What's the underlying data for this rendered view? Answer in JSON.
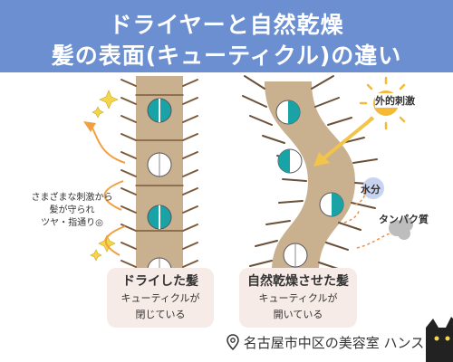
{
  "header": {
    "title_line1": "ドライヤーと自然乾燥",
    "title_line2": "髪の表面(キューティクル)の違い"
  },
  "left_panel": {
    "title": "ドライした髪",
    "desc_line1": "キューティクルが",
    "desc_line2": "閉じている",
    "note_line1": "さまざまな刺激から",
    "note_line2": "髪が守られ",
    "note_line3": "ツヤ・指通り◎"
  },
  "right_panel": {
    "title": "自然乾燥させた髪",
    "desc_line1": "キューティクルが",
    "desc_line2": "開いている",
    "label_external": "外的刺激",
    "label_water": "水分",
    "label_protein": "タンパク質"
  },
  "footer": {
    "salon": "名古屋市中区の美容室 ハンス"
  },
  "colors": {
    "header_bg": "#6b8fd0",
    "hair": "#c9b08f",
    "cuticle": "#7a5a3c",
    "core_teal": "#1aa3a6",
    "arrow_orange": "#f0a040",
    "label_bg": "#f6ebe7"
  }
}
